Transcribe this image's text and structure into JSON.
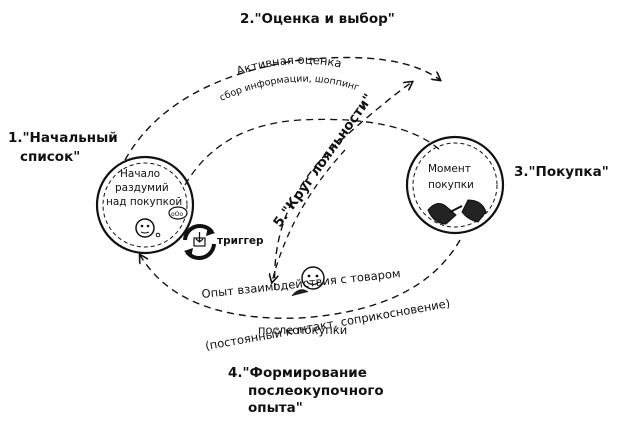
{
  "stage2": {
    "title": "2.\"Оценка и выбор\""
  },
  "active_eval": {
    "label": "Активная оценка",
    "sub": "сбор информации, шоппинг"
  },
  "stage1": {
    "title_line1": "1.\"Начальный",
    "title_line2": "список\""
  },
  "circle_left": {
    "line1": "Начало",
    "line2": "раздумий",
    "line3": "над покупкой"
  },
  "trigger": {
    "label": "триггер"
  },
  "loyalty": {
    "label": "5.\"Круг лояльности\""
  },
  "circle_right": {
    "line1": "Момент",
    "line2": "покупки"
  },
  "stage3": {
    "title": "3.\"Покупка\""
  },
  "post_exp": {
    "line1": "Опыт взаимодействия с товаром",
    "line2": "после покупки",
    "line3": "(постоянный контакт, соприкосновение)"
  },
  "stage4": {
    "line1": "4.\"Формирование",
    "line2": "послеокупочного",
    "line3": "опыта\""
  },
  "icons": [
    "thinking-face-icon",
    "refresh-cycle-icon",
    "handshake-icon",
    "happy-person-icon"
  ]
}
